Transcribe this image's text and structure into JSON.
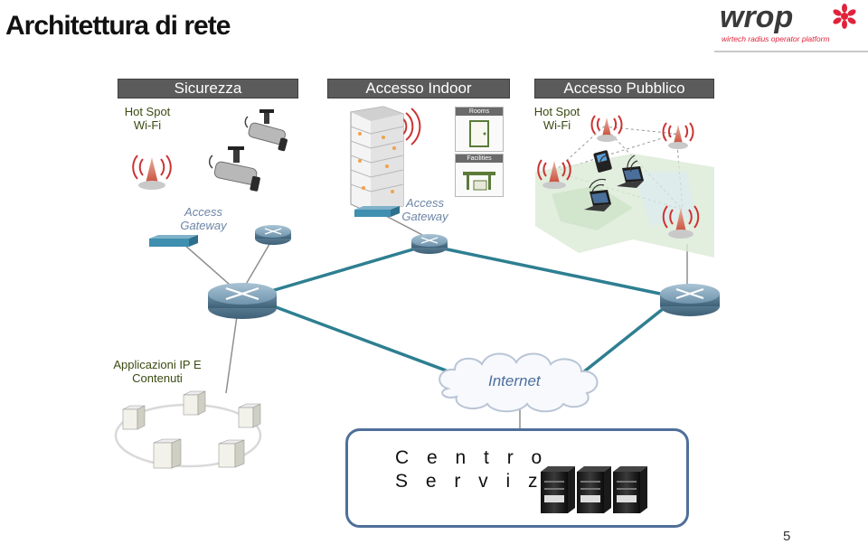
{
  "title": "Architettura di rete",
  "logo": {
    "brand": "wrop",
    "tagline": "wirtech radius operator platform"
  },
  "sections": {
    "sicurezza": "Sicurezza",
    "accesso_indoor": "Accesso Indoor",
    "accesso_pubblico": "Accesso Pubblico"
  },
  "labels": {
    "hotspot_left": "Hot Spot\nWi-Fi",
    "hotspot_right": "Hot Spot\nWi-Fi",
    "gateway_left": "Access\nGateway",
    "gateway_mid": "Access\nGateway",
    "apps": "Applicazioni IP E\nContenuti",
    "internet": "Internet",
    "centro": "C e n t r o\nS e r v i z i",
    "rooms": "Rooms",
    "facilities": "Facilities"
  },
  "page_number": "5",
  "colors": {
    "link_teal": "#2e7f91",
    "link_gray": "#8f8f8f",
    "header_bg": "#5b5b5b",
    "gateway_text": "#6d86a6",
    "green_text": "#3a4a12",
    "logo_red": "#e0233a"
  }
}
